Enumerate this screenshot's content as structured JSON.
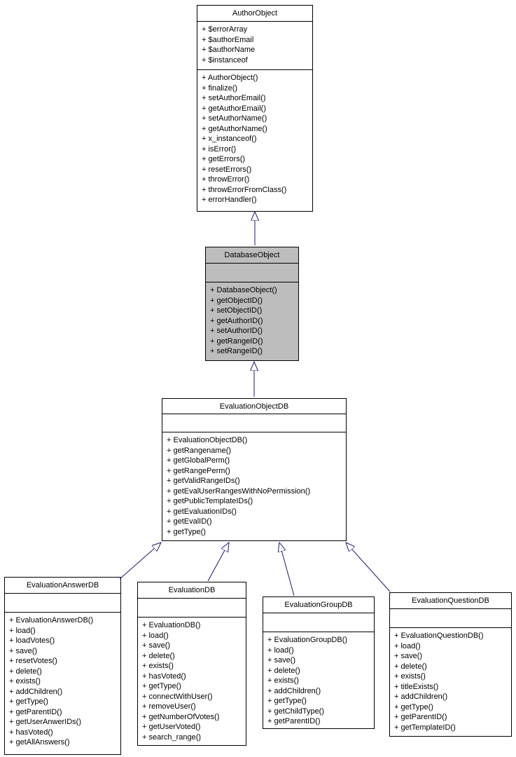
{
  "diagram": {
    "type": "uml-class-inheritance-diagram",
    "colors": {
      "edge": "#191970",
      "highlight_fill": "#bdbdbd",
      "box_fill": "#ffffff",
      "border": "#000000",
      "background": "#ffffff",
      "text": "#000000"
    },
    "classes": [
      {
        "name": "AuthorObject",
        "highlighted": false,
        "attributes": [
          "+ $errorArray",
          "+ $authorEmail",
          "+ $authorName",
          "+ $instanceof"
        ],
        "methods": [
          "+ AuthorObject()",
          "+ finalize()",
          "+ setAuthorEmail()",
          "+ getAuthorEmail()",
          "+ setAuthorName()",
          "+ getAuthorName()",
          "+ x_instanceof()",
          "+ isError()",
          "+ getErrors()",
          "+ resetErrors()",
          "+ throwError()",
          "+ throwErrorFromClass()",
          "+ errorHandler()"
        ]
      },
      {
        "name": "DatabaseObject",
        "highlighted": true,
        "attributes": [],
        "methods": [
          "+ DatabaseObject()",
          "+ getObjectID()",
          "+ setObjectID()",
          "+ getAuthorID()",
          "+ setAuthorID()",
          "+ getRangeID()",
          "+ setRangeID()"
        ]
      },
      {
        "name": "EvaluationObjectDB",
        "highlighted": false,
        "attributes": [],
        "methods": [
          "+ EvaluationObjectDB()",
          "+ getRangename()",
          "+ getGlobalPerm()",
          "+ getRangePerm()",
          "+ getValidRangeIDs()",
          "+ getEvalUserRangesWithNoPermission()",
          "+ getPublicTemplateIDs()",
          "+ getEvaluationIDs()",
          "+ getEvalID()",
          "+ getType()"
        ]
      },
      {
        "name": "EvaluationAnswerDB",
        "highlighted": false,
        "attributes": [],
        "methods": [
          "+ EvaluationAnswerDB()",
          "+ load()",
          "+ loadVotes()",
          "+ save()",
          "+ resetVotes()",
          "+ delete()",
          "+ exists()",
          "+ addChildren()",
          "+ getType()",
          "+ getParentID()",
          "+ getUserAnwerIDs()",
          "+ hasVoted()",
          "+ getAllAnswers()"
        ]
      },
      {
        "name": "EvaluationDB",
        "highlighted": false,
        "attributes": [],
        "methods": [
          "+ EvaluationDB()",
          "+ load()",
          "+ save()",
          "+ delete()",
          "+ exists()",
          "+ hasVoted()",
          "+ getType()",
          "+ connectWithUser()",
          "+ removeUser()",
          "+ getNumberOfVotes()",
          "+ getUserVoted()",
          "+ search_range()"
        ]
      },
      {
        "name": "EvaluationGroupDB",
        "highlighted": false,
        "attributes": [],
        "methods": [
          "+ EvaluationGroupDB()",
          "+ load()",
          "+ save()",
          "+ delete()",
          "+ exists()",
          "+ addChildren()",
          "+ getType()",
          "+ getChildType()",
          "+ getParentID()"
        ]
      },
      {
        "name": "EvaluationQuestionDB",
        "highlighted": false,
        "attributes": [],
        "methods": [
          "+ EvaluationQuestionDB()",
          "+ load()",
          "+ save()",
          "+ delete()",
          "+ exists()",
          "+ titleExists()",
          "+ addChildren()",
          "+ getType()",
          "+ getParentID()",
          "+ getTemplateID()"
        ]
      }
    ],
    "edges": [
      {
        "from": "DatabaseObject",
        "to": "AuthorObject",
        "relation": "inherits"
      },
      {
        "from": "EvaluationObjectDB",
        "to": "DatabaseObject",
        "relation": "inherits"
      },
      {
        "from": "EvaluationAnswerDB",
        "to": "EvaluationObjectDB",
        "relation": "inherits"
      },
      {
        "from": "EvaluationDB",
        "to": "EvaluationObjectDB",
        "relation": "inherits"
      },
      {
        "from": "EvaluationGroupDB",
        "to": "EvaluationObjectDB",
        "relation": "inherits"
      },
      {
        "from": "EvaluationQuestionDB",
        "to": "EvaluationObjectDB",
        "relation": "inherits"
      }
    ]
  }
}
